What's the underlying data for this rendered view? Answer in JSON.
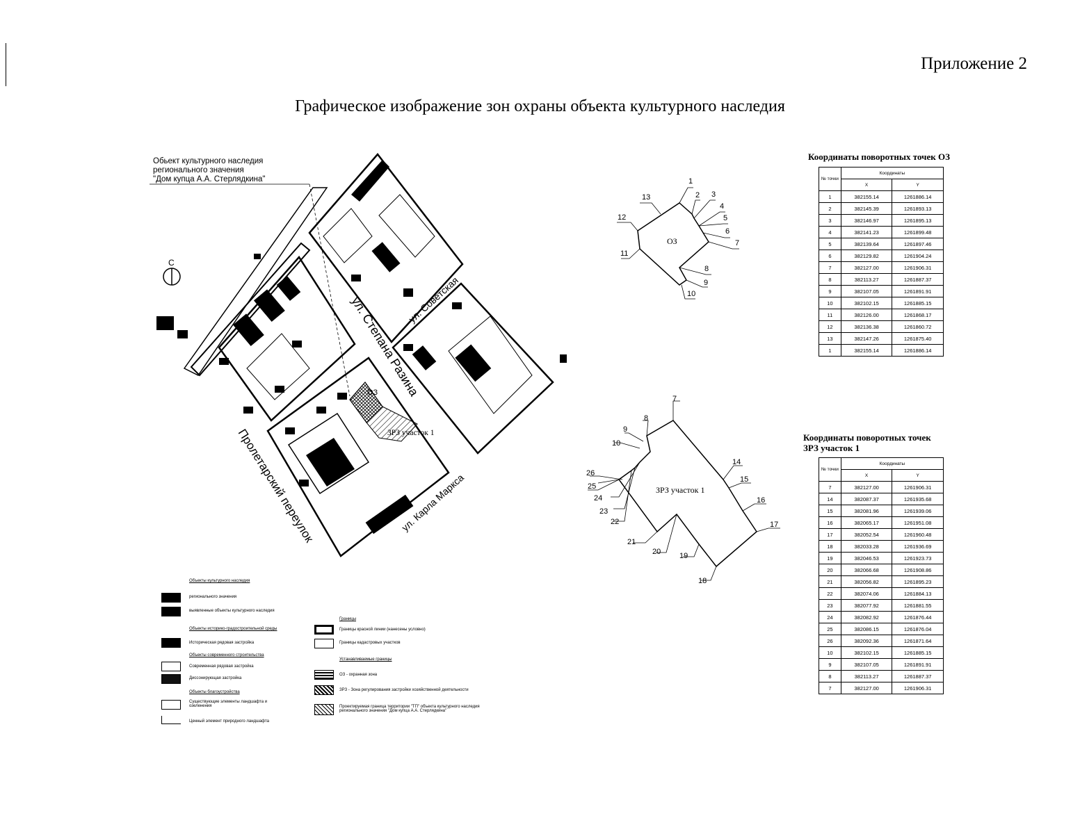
{
  "header": {
    "appendix": "Приложение 2",
    "title": "Графическое изображение зон охраны объекта культурного наследия"
  },
  "map": {
    "object_label_1": "Обьект культурного наследия",
    "object_label_2": "регионального значения",
    "object_label_3": "\"Дом купца А.А. Стерлядкина\"",
    "north": "С",
    "streets": {
      "razina": "ул. Степана Разина",
      "sovetskaya": "ул. Советская",
      "proletarsky": "Пролетарский переулок",
      "marksa": "ул. Карла Маркса"
    },
    "zone_oz": "ОЗ",
    "zone_zrz": "ЗРЗ участок 1"
  },
  "oz_diagram": {
    "label": "ОЗ",
    "points": [
      "1",
      "2",
      "3",
      "4",
      "5",
      "6",
      "7",
      "8",
      "9",
      "10",
      "11",
      "12",
      "13"
    ]
  },
  "zrz_diagram": {
    "label": "ЗРЗ участок 1",
    "points": [
      "7",
      "8",
      "9",
      "10",
      "14",
      "15",
      "16",
      "17",
      "18",
      "19",
      "20",
      "21",
      "22",
      "23",
      "24",
      "25",
      "26"
    ]
  },
  "table_oz": {
    "title": "Координаты поворотных точек ОЗ",
    "col_no": "№ точки",
    "col_coords": "Координаты",
    "col_x": "X",
    "col_y": "Y",
    "rows": [
      [
        "1",
        "382155.14",
        "1261886.14"
      ],
      [
        "2",
        "382145.39",
        "1261893.13"
      ],
      [
        "3",
        "382146.97",
        "1261895.13"
      ],
      [
        "4",
        "382141.23",
        "1261899.48"
      ],
      [
        "5",
        "382139.64",
        "1261897.46"
      ],
      [
        "6",
        "382129.82",
        "1261904.24"
      ],
      [
        "7",
        "382127.00",
        "1261906.31"
      ],
      [
        "8",
        "382113.27",
        "1261887.37"
      ],
      [
        "9",
        "382107.05",
        "1261891.91"
      ],
      [
        "10",
        "382102.15",
        "1261885.15"
      ],
      [
        "11",
        "382126.00",
        "1261868.17"
      ],
      [
        "12",
        "382136.38",
        "1261860.72"
      ],
      [
        "13",
        "382147.26",
        "1261875.40"
      ],
      [
        "1",
        "382155.14",
        "1261886.14"
      ]
    ]
  },
  "table_zrz": {
    "title_1": "Координаты поворотных точек",
    "title_2": "ЗРЗ участок 1",
    "col_no": "№ точки",
    "col_coords": "Координаты",
    "col_x": "X",
    "col_y": "Y",
    "rows": [
      [
        "7",
        "382127.00",
        "1261906.31"
      ],
      [
        "14",
        "382087.37",
        "1261935.68"
      ],
      [
        "15",
        "382081.96",
        "1261939.06"
      ],
      [
        "16",
        "382065.17",
        "1261951.08"
      ],
      [
        "17",
        "382052.54",
        "1261960.48"
      ],
      [
        "18",
        "382033.28",
        "1261936.69"
      ],
      [
        "19",
        "382046.53",
        "1261923.73"
      ],
      [
        "20",
        "382066.68",
        "1261908.86"
      ],
      [
        "21",
        "382056.82",
        "1261895.23"
      ],
      [
        "22",
        "382074.06",
        "1261884.13"
      ],
      [
        "23",
        "382077.92",
        "1261881.55"
      ],
      [
        "24",
        "382082.92",
        "1261876.44"
      ],
      [
        "25",
        "382086.15",
        "1261876.04"
      ],
      [
        "26",
        "382092.36",
        "1261871.64"
      ],
      [
        "10",
        "382102.15",
        "1261885.15"
      ],
      [
        "9",
        "382107.05",
        "1261891.91"
      ],
      [
        "8",
        "382113.27",
        "1261887.37"
      ],
      [
        "7",
        "382127.00",
        "1261906.31"
      ]
    ]
  },
  "legend": {
    "heritage_head": "Объекты культурного наследия",
    "regional": "регионального значения",
    "identified": "выявленные объекты культурного наследия",
    "historic_head": "Объекты историко-градостроительной среды",
    "historic_row": "Историческая рядовая застройка",
    "modern_head": "Объекты современного строительства",
    "modern_row": "Современная рядовая застройка",
    "dissonant": "Диссонирующая застройка",
    "landscape_head": "Объекты благоустройства",
    "landscape_1": "Существующие элементы ландшафта и озеленения",
    "landscape_2": "Ценный элемент природного ландшафта",
    "borders_head": "Границы",
    "red_line": "Границы красной линии (нанесены условно)",
    "cadastral": "Границы кадастровых участков",
    "established_head": "Устанавливаемые границы",
    "oz_zone": "ОЗ - охранная зона",
    "zrz_zone": "ЗРЗ - Зона регулирования застройки хозяйственной деятельности",
    "territory": "Проектируемая граница территории \"ТП\" объекта культурного наследия регионального значения \"Дом купца А.А. Стерлядкина\""
  }
}
